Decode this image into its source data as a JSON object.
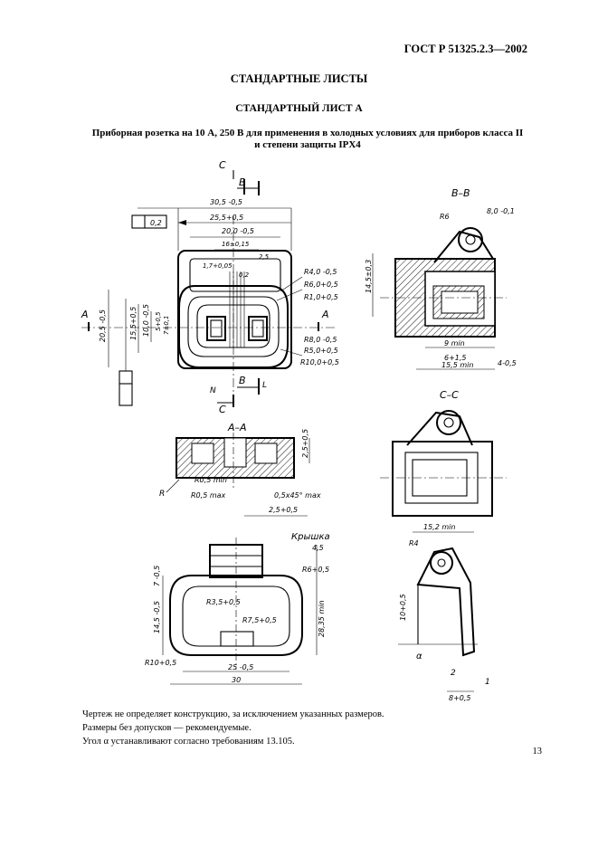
{
  "header": {
    "standard": "ГОСТ Р 51325.2.3—2002"
  },
  "titles": {
    "section": "СТАНДАРТНЫЕ ЛИСТЫ",
    "sheet": "СТАНДАРТНЫЙ ЛИСТ А",
    "caption_line1": "Приборная розетка на 10 А, 250 В для применения в холодных условиях для приборов класса II",
    "caption_line2": "и степени защиты IPX4"
  },
  "views": {
    "section_b": "B–B",
    "section_c": "C–C",
    "section_a": "A–A",
    "lid": "Крышка"
  },
  "dims": {
    "d30_5": "30,5 -0,5",
    "d25_5": "25,5+0,5",
    "d20": "20,0 -0,5",
    "d16": "16±0,15",
    "d1_7": "1,7+0,05",
    "d2_5top": "2,5",
    "d0_2": "0,2",
    "r4": "R4,0 -0,5",
    "r6": "R6,0+0,5",
    "r1": "R1,0+0,5",
    "r8": "R8,0 -0,5",
    "r5": "R5,0+0,5",
    "r10": "R10,0+0,5",
    "h20_5": "20,5 -0,5",
    "h15_5": "15,5+0,5",
    "h10": "10,0 -0,5",
    "h5": "5+0,5",
    "h7": "7±0,1",
    "bb_r8": "8,0 -0,1",
    "bb_r6": "R6",
    "bb_h": "14,5±0,3",
    "bb_9": "9 min",
    "bb_6": "6+1,5",
    "bb_4": "4-0,5",
    "bb_15": "15,5 min",
    "aa_25": "2,5+0,5",
    "aa_r05": "R0,5 min",
    "aa_r05b": "R0,5 max",
    "aa_05": "0,5x45° max",
    "aa_2": "2,5+0,5",
    "aa_r": "R",
    "cc_15": "15,2 min",
    "lid_45": "4,5",
    "lid_r6": "R6+0,5",
    "lid_7": "7 -0,5",
    "lid_14": "14,5 -0,5",
    "lid_r35": "R3,5+0,5",
    "lid_r75": "R7,5+0,5",
    "lid_28": "28,35 min",
    "lid_r10": "R10+0,5",
    "lid_25": "25 -0,5",
    "lid_30": "30",
    "s_r4": "R4",
    "s_10": "10+0,5",
    "s_alpha": "α",
    "s_2": "2",
    "s_1": "1",
    "s_8": "8+0,5"
  },
  "labels": {
    "a": "A",
    "b": "B",
    "c": "C",
    "l": "L",
    "n": "N"
  },
  "notes": {
    "line1": "Чертеж не определяет конструкцию, за исключением указанных размеров.",
    "line2": "Размеры без допусков — рекомендуемые.",
    "line3": "Угол α устанавливают согласно требованиям 13.105."
  },
  "page_number": "13"
}
